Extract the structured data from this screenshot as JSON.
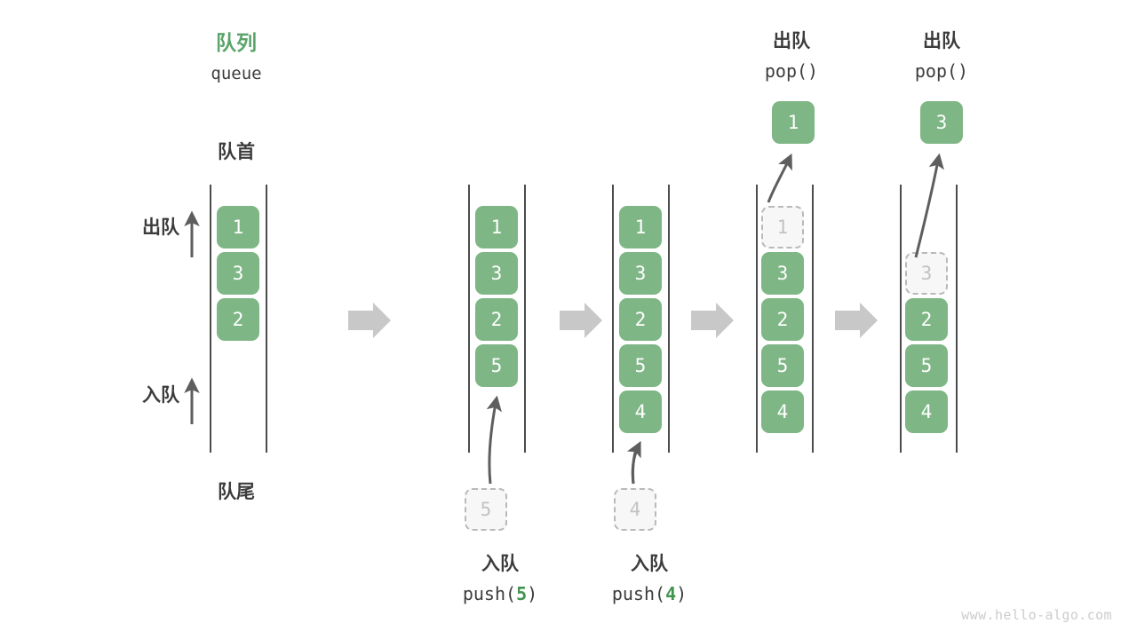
{
  "diagram": {
    "title_cn": "队列",
    "title_en": "queue",
    "head_label": "队首",
    "tail_label": "队尾",
    "dequeue_label": "出队",
    "enqueue_label": "入队",
    "watermark": "www.hello-algo.com",
    "colors": {
      "element_fill": "#7fb685",
      "element_text": "#ffffff",
      "ghost_fill": "#f7f7f7",
      "ghost_border": "#b9b9b9",
      "ghost_text": "#c2c2c2",
      "accent_green": "#5aa469",
      "highlight_green": "#41954f",
      "rail": "#4c4c4c",
      "arrow": "#5e5e5e",
      "connector": "#c8c8c8",
      "text": "#3c3c3c",
      "watermark": "#cccccc"
    },
    "steps": [
      {
        "id": "initial",
        "cells": [
          "1",
          "3",
          "2"
        ],
        "ghost_in_queue": null,
        "popped": null,
        "pending_push": null,
        "caption_cn": "",
        "caption_code": ""
      },
      {
        "id": "push-5",
        "cells": [
          "1",
          "3",
          "2",
          "5"
        ],
        "ghost_in_queue": null,
        "popped": null,
        "pending_push": "5",
        "caption_cn": "入队",
        "caption_code_prefix": "push(",
        "caption_code_value": "5",
        "caption_code_suffix": ")"
      },
      {
        "id": "push-4",
        "cells": [
          "1",
          "3",
          "2",
          "5",
          "4"
        ],
        "ghost_in_queue": null,
        "popped": null,
        "pending_push": "4",
        "caption_cn": "入队",
        "caption_code_prefix": "push(",
        "caption_code_value": "4",
        "caption_code_suffix": ")"
      },
      {
        "id": "pop-1",
        "cells": [
          "3",
          "2",
          "5",
          "4"
        ],
        "ghost_in_queue": "1",
        "popped": "1",
        "pending_push": null,
        "caption_cn": "出队",
        "caption_code": "pop()"
      },
      {
        "id": "pop-3",
        "cells": [
          "2",
          "5",
          "4"
        ],
        "ghost_in_queue": "3",
        "popped": "3",
        "pending_push": null,
        "caption_cn": "出队",
        "caption_code": "pop()"
      }
    ],
    "connectors": [
      "arrow-1",
      "arrow-2",
      "arrow-3",
      "arrow-4"
    ]
  }
}
